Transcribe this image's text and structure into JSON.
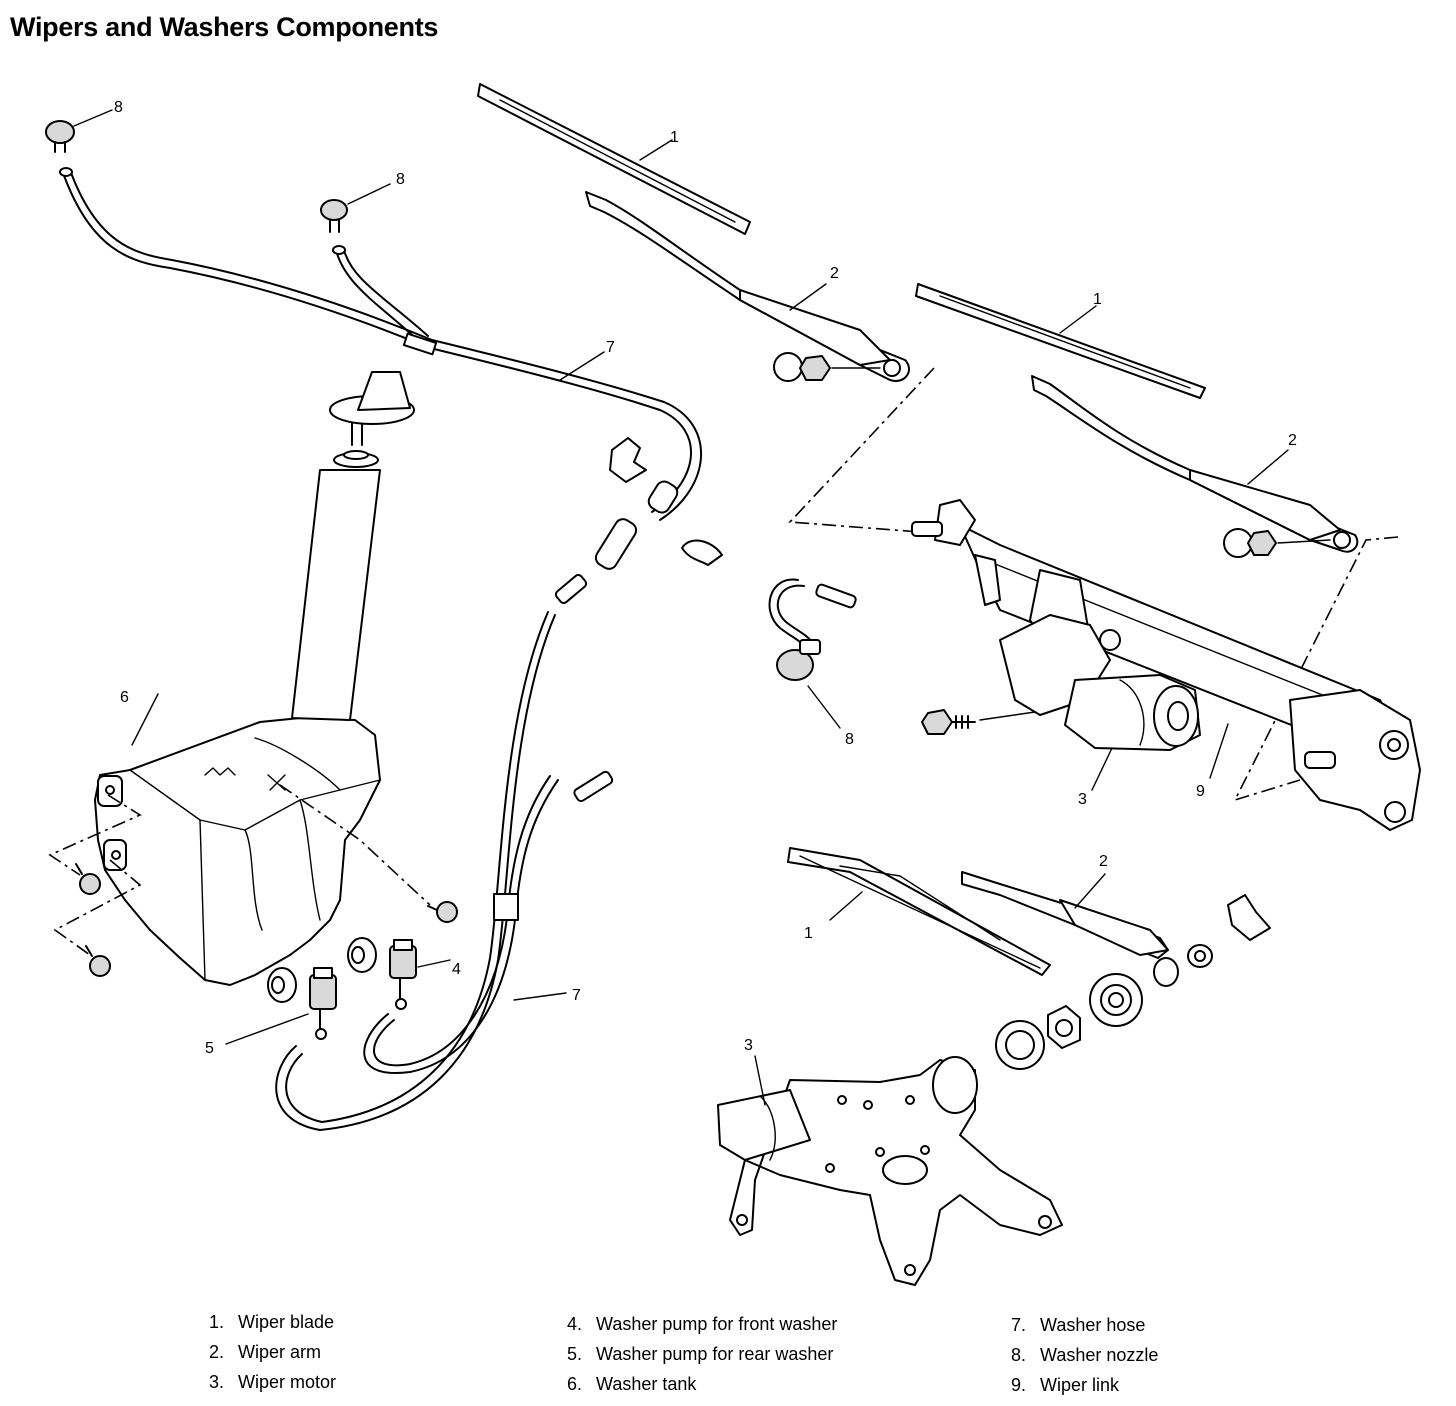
{
  "title": "Wipers and Washers Components",
  "callouts": {
    "c8_left": "8",
    "c8_mid": "8",
    "c8_motor": "8",
    "c1_front_left": "1",
    "c1_front_right": "1",
    "c1_rear": "1",
    "c2_front_left": "2",
    "c2_front_right": "2",
    "c2_rear": "2",
    "c3_front": "3",
    "c3_rear": "3",
    "c4": "4",
    "c5": "5",
    "c6": "6",
    "c7_top": "7",
    "c7_bottom": "7",
    "c9": "9"
  },
  "legend": [
    {
      "num": "1.",
      "label": "Wiper blade"
    },
    {
      "num": "2.",
      "label": "Wiper arm"
    },
    {
      "num": "3.",
      "label": "Wiper motor"
    },
    {
      "num": "4.",
      "label": "Washer pump for front washer"
    },
    {
      "num": "5.",
      "label": "Washer pump for rear washer"
    },
    {
      "num": "6.",
      "label": "Washer tank"
    },
    {
      "num": "7.",
      "label": "Washer hose"
    },
    {
      "num": "8.",
      "label": "Washer nozzle"
    },
    {
      "num": "9.",
      "label": "Wiper link"
    }
  ]
}
